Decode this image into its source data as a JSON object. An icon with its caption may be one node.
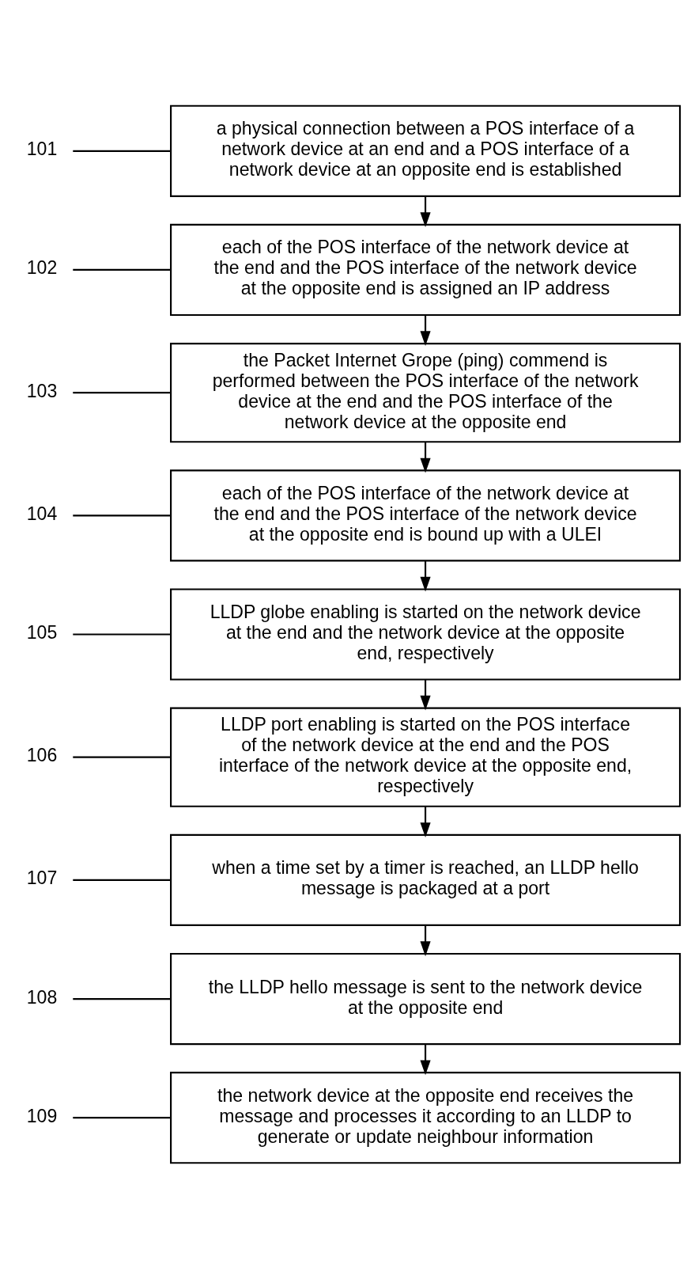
{
  "diagram": {
    "nodes": [
      {
        "text": [
          "a physical connection between a POS interface of a network device at an end and a POS interface of a network device at an opposite end is established"
        ]
      },
      {
        "text": [
          "101"
        ]
      },
      {
        "text": [
          "each of the POS interface of the network device at the end and the POS interface of the network device at the opposite end is assigned an IP address"
        ]
      },
      {
        "text": [
          "102"
        ]
      },
      {
        "text": [
          "the Packet Internet Grope (ping) commend is performed between the POS interface of the network device at the end and the POS interface of the network device at the opposite end"
        ]
      },
      {
        "text": [
          "103"
        ]
      },
      {
        "text": [
          "each of the POS interface of the network device at the end and the POS interface of the network device at the opposite end is bound up with a ULEI"
        ]
      },
      {
        "text": [
          "104"
        ]
      },
      {
        "text": [
          "LLDP globe enabling is started on the network device at the end and the network device at the opposite end, respectively"
        ]
      },
      {
        "text": [
          "105"
        ]
      },
      {
        "text": [
          "LLDP port enabling is started on the POS interface of the network device at the end and the POS interface of the network device at the opposite end, respectively"
        ]
      },
      {
        "text": [
          "106"
        ]
      },
      {
        "text": [
          "when a time set by a timer is reached, an LLDP hello message is packaged at a port"
        ]
      },
      {
        "text": [
          "107"
        ]
      },
      {
        "text": [
          "the LLDP hello message is sent to the network device at the opposite end"
        ]
      },
      {
        "text": [
          "108"
        ]
      },
      {
        "text": [
          "the network device at the opposite end receives the message and processes it according to an LLDP to generate or update neighbour information"
        ]
      },
      {
        "text": [
          "109"
        ]
      }
    ],
    "edges": [
      {
        "from": 0,
        "to": 2,
        "arrow": "to"
      },
      {
        "from": 2,
        "to": 4,
        "arrow": "to"
      },
      {
        "from": 4,
        "to": 6,
        "arrow": "to"
      },
      {
        "from": 6,
        "to": 8,
        "arrow": "to"
      },
      {
        "from": 8,
        "to": 10,
        "arrow": "to"
      },
      {
        "from": 10,
        "to": 12,
        "arrow": "to"
      },
      {
        "from": 12,
        "to": 14,
        "arrow": "to"
      },
      {
        "from": 14,
        "to": 16,
        "arrow": "to"
      },
      {
        "from": 1,
        "to": 0,
        "arrow": "none"
      },
      {
        "from": 3,
        "to": 2,
        "arrow": "none"
      },
      {
        "from": 5,
        "to": 4,
        "arrow": "none"
      },
      {
        "from": 7,
        "to": 6,
        "arrow": "none"
      },
      {
        "from": 9,
        "to": 8,
        "arrow": "none"
      },
      {
        "from": 11,
        "to": 10,
        "arrow": "none"
      },
      {
        "from": 13,
        "to": 12,
        "arrow": "none"
      },
      {
        "from": 15,
        "to": 14,
        "arrow": "none"
      },
      {
        "from": 17,
        "to": 16,
        "arrow": "none"
      }
    ]
  }
}
